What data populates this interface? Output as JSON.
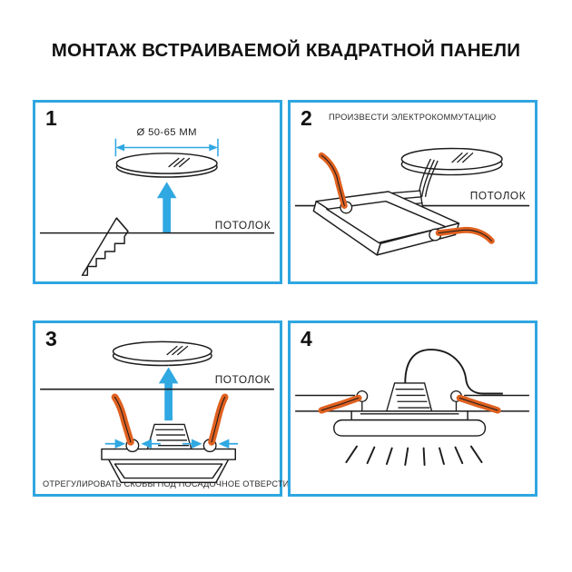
{
  "title": "МОНТАЖ ВСТРАИВАЕМОЙ КВАДРАТНОЙ ПАНЕЛИ",
  "colors": {
    "accent_blue": "#2fa6e0",
    "arrow_blue": "#30a8e2",
    "clip_orange": "#e0601f",
    "line_black": "#1c1c1c",
    "background": "#ffffff"
  },
  "panels": [
    {
      "number": "1",
      "header": "",
      "caption": "",
      "dimension_label": "Ø 50-65 ММ",
      "ceiling_label": "ПОТОЛОК",
      "icons": [
        "round-panel-disc-icon",
        "up-arrow-icon",
        "step-drill-bit-icon",
        "dimension-arrow-icon"
      ]
    },
    {
      "number": "2",
      "header": "ПРОИЗВЕСТИ ЭЛЕКТРОКОММУТАЦИЮ",
      "caption": "",
      "dimension_label": "",
      "ceiling_label": "ПОТОЛОК",
      "icons": [
        "round-panel-disc-icon",
        "square-panel-icon",
        "spring-clip-icon",
        "driver-box-icon",
        "wire-icon"
      ]
    },
    {
      "number": "3",
      "header": "",
      "caption": "ОТРЕГУЛИРОВАТЬ СКОБЫ ПОД ПОСАДОЧНОЕ ОТВЕРСТИЕ",
      "dimension_label": "",
      "ceiling_label": "ПОТОЛОК",
      "icons": [
        "round-panel-disc-icon",
        "up-arrow-icon",
        "square-panel-icon",
        "spring-clip-icon",
        "driver-box-icon",
        "adjust-arrow-icon"
      ]
    },
    {
      "number": "4",
      "header": "",
      "caption": "",
      "dimension_label": "",
      "ceiling_label": "",
      "icons": [
        "installed-panel-icon",
        "spring-clip-icon",
        "driver-box-icon",
        "wire-icon",
        "light-rays-icon"
      ]
    }
  ]
}
